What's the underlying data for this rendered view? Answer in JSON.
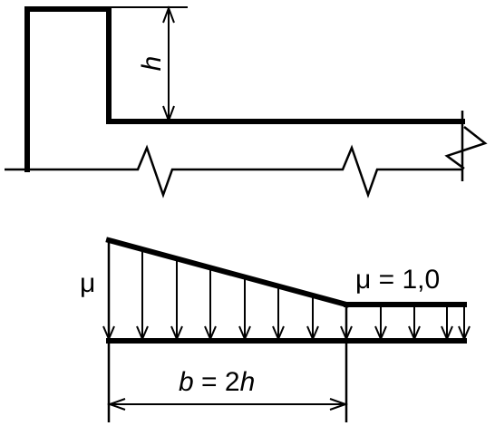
{
  "roof": {
    "height_label": "h"
  },
  "load": {
    "mu_label": "μ",
    "mu_right_label": "μ = 1,0",
    "width_var": "b",
    "width_rest": " = 2",
    "width_h": "h"
  },
  "colors": {
    "stroke": "#000000",
    "background": "#ffffff"
  }
}
